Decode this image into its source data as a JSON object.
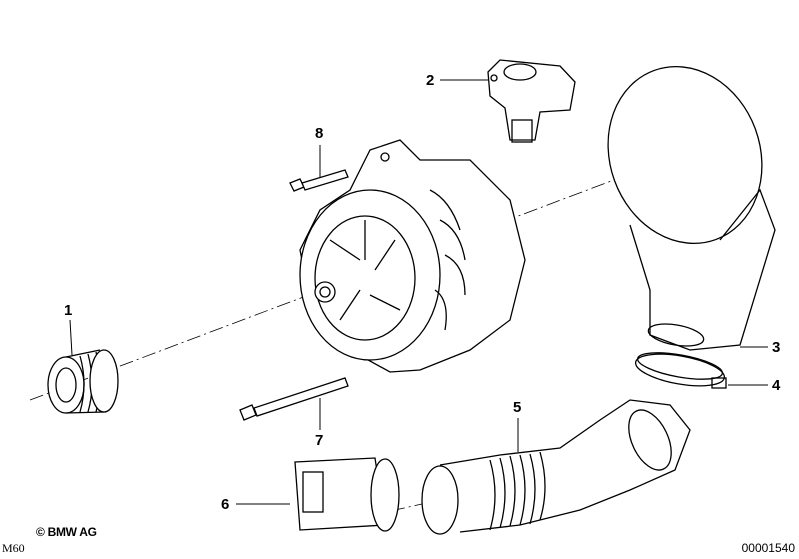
{
  "diagram": {
    "callouts": [
      {
        "id": "1",
        "label": "1"
      },
      {
        "id": "2",
        "label": "2"
      },
      {
        "id": "3",
        "label": "3"
      },
      {
        "id": "4",
        "label": "4"
      },
      {
        "id": "5",
        "label": "5"
      },
      {
        "id": "6",
        "label": "6"
      },
      {
        "id": "7",
        "label": "7"
      },
      {
        "id": "8",
        "label": "8"
      }
    ],
    "copyright": "© BMW AG",
    "model": "M60",
    "diagram_code": "00001540",
    "line_color": "#000000"
  }
}
